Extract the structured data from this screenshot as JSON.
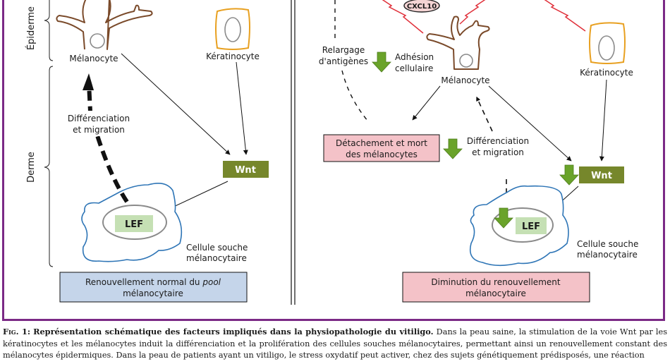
{
  "figure": {
    "left_panel": {
      "layer_labels": {
        "epidermis": "Épiderme",
        "dermis": "Derme"
      },
      "melanocyte_label": "Mélanocyte",
      "keratinocyte_label": "Kératinocyte",
      "differentiation_label": [
        "Différenciation",
        "et migration"
      ],
      "wnt_label": "Wnt",
      "lef_label": "LEF",
      "stem_cell_label": [
        "Cellule souche",
        "mélanocytaire"
      ],
      "outcome_box": {
        "line1_prefix": "Renouvellement normal du ",
        "line1_italic": "pool",
        "line2": "mélanocytaire"
      }
    },
    "right_panel": {
      "cxcl10_label": "CXCL10",
      "antigen_release_label": [
        "Relargage",
        "d'antigènes"
      ],
      "cell_adhesion_label": [
        "Adhésion",
        "cellulaire"
      ],
      "melanocyte_label": "Mélanocyte",
      "keratinocyte_label": "Kératinocyte",
      "detachment_box": [
        "Détachement et mort",
        "des mélanocytes"
      ],
      "differentiation_label": [
        "Différenciation",
        "et migration"
      ],
      "wnt_label": "Wnt",
      "lef_label": "LEF",
      "stem_cell_label": [
        "Cellule souche",
        "mélanocytaire"
      ],
      "outcome_box": [
        "Diminution du renouvellement",
        "mélanocytaire"
      ]
    },
    "colors": {
      "frame": "#7b2a86",
      "melanocyte": "#7a4a2a",
      "keratinocyte": "#e8a020",
      "nucleus": "#8a8a8a",
      "wnt_box": "#76872b",
      "lef_box": "#c5e0b4",
      "stem_cell_outline": "#2e75b6",
      "blue_box": "#c5d5ea",
      "pink_box": "#f4c2c8",
      "down_arrow": "#6aa32a",
      "stress_bolt": "#e0303a",
      "cxcl10_pill": "#f4d4d4"
    }
  },
  "caption": {
    "figure_number": "Fig. 1:",
    "title": "Représentation schématique des facteurs impliqués dans la physiopathologie du vitiligo.",
    "body": "Dans la peau saine, la stimulation de la voie Wnt par les kératinocytes et les mélanocytes induit la différenciation et la prolifération des cellules souches mélanocytaires, permettant ainsi un renouvellement constant des mélanocytes épidermiques. Dans la peau de patients ayant un vitiligo, le stress oxydatif peut activer, chez des sujets génétiquement prédisposés, une réaction"
  }
}
